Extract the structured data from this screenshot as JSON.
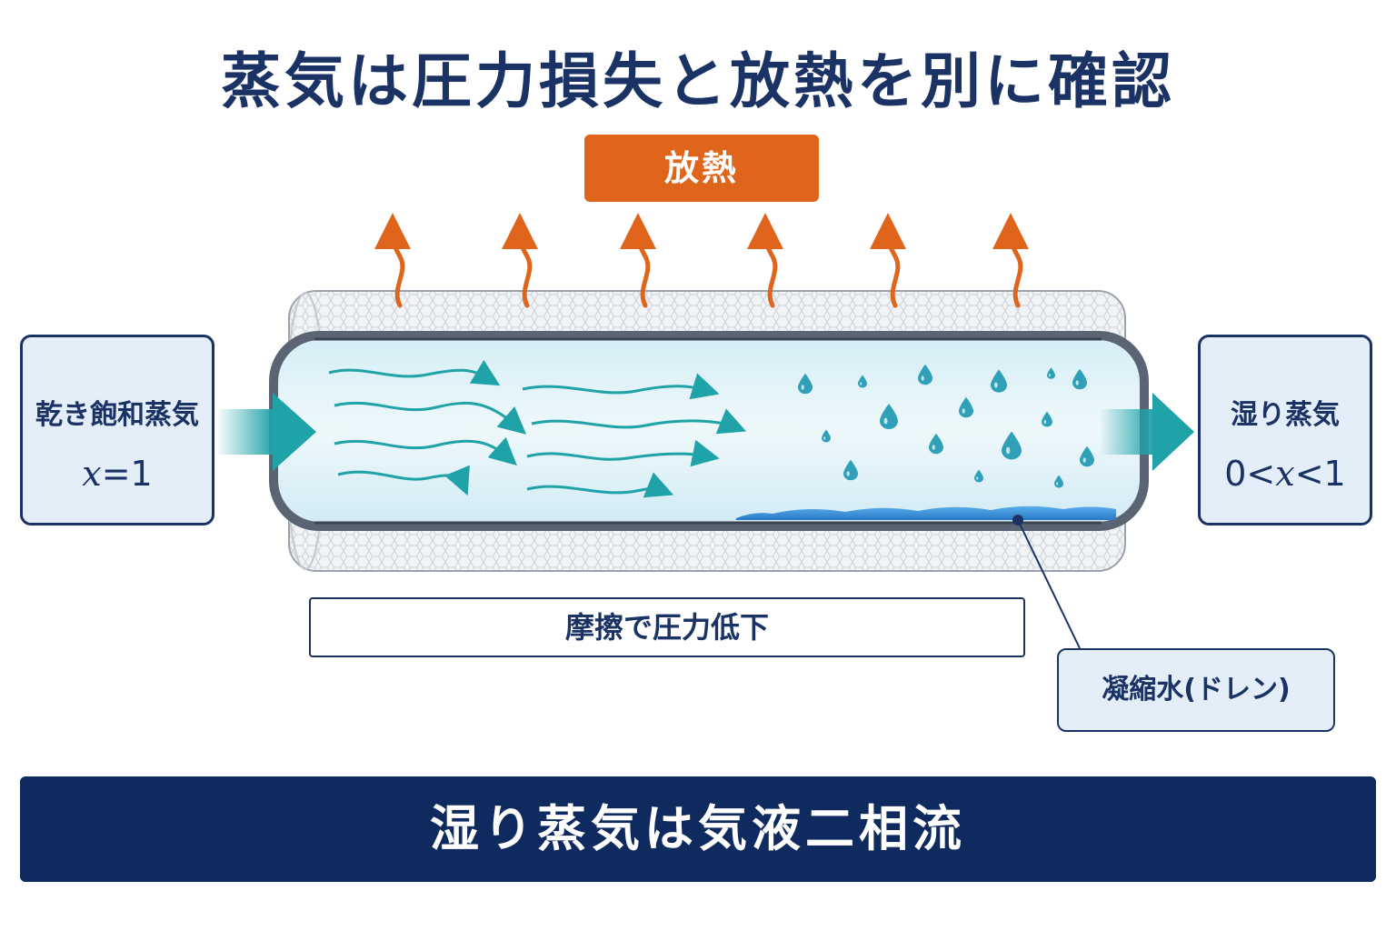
{
  "title": "蒸気は圧力損失と放熱を別に確認",
  "heat_label": "放熱",
  "inlet": {
    "label": "乾き飽和蒸気",
    "value_var": "x",
    "value_rest": "=1"
  },
  "outlet": {
    "label": "湿り蒸気",
    "value_left": "0<",
    "value_var": "x",
    "value_right": "<1"
  },
  "friction_label": "摩擦で圧力低下",
  "drain_label": "凝縮水(ドレン)",
  "bottom_banner": "湿り蒸気は気液二相流",
  "colors": {
    "navy": "#1b3364",
    "heat_orange": "#e0651c",
    "flow_teal": "#1fa3a8",
    "water_blue": "#3a8fd8",
    "insulation": "#e9ecef"
  }
}
